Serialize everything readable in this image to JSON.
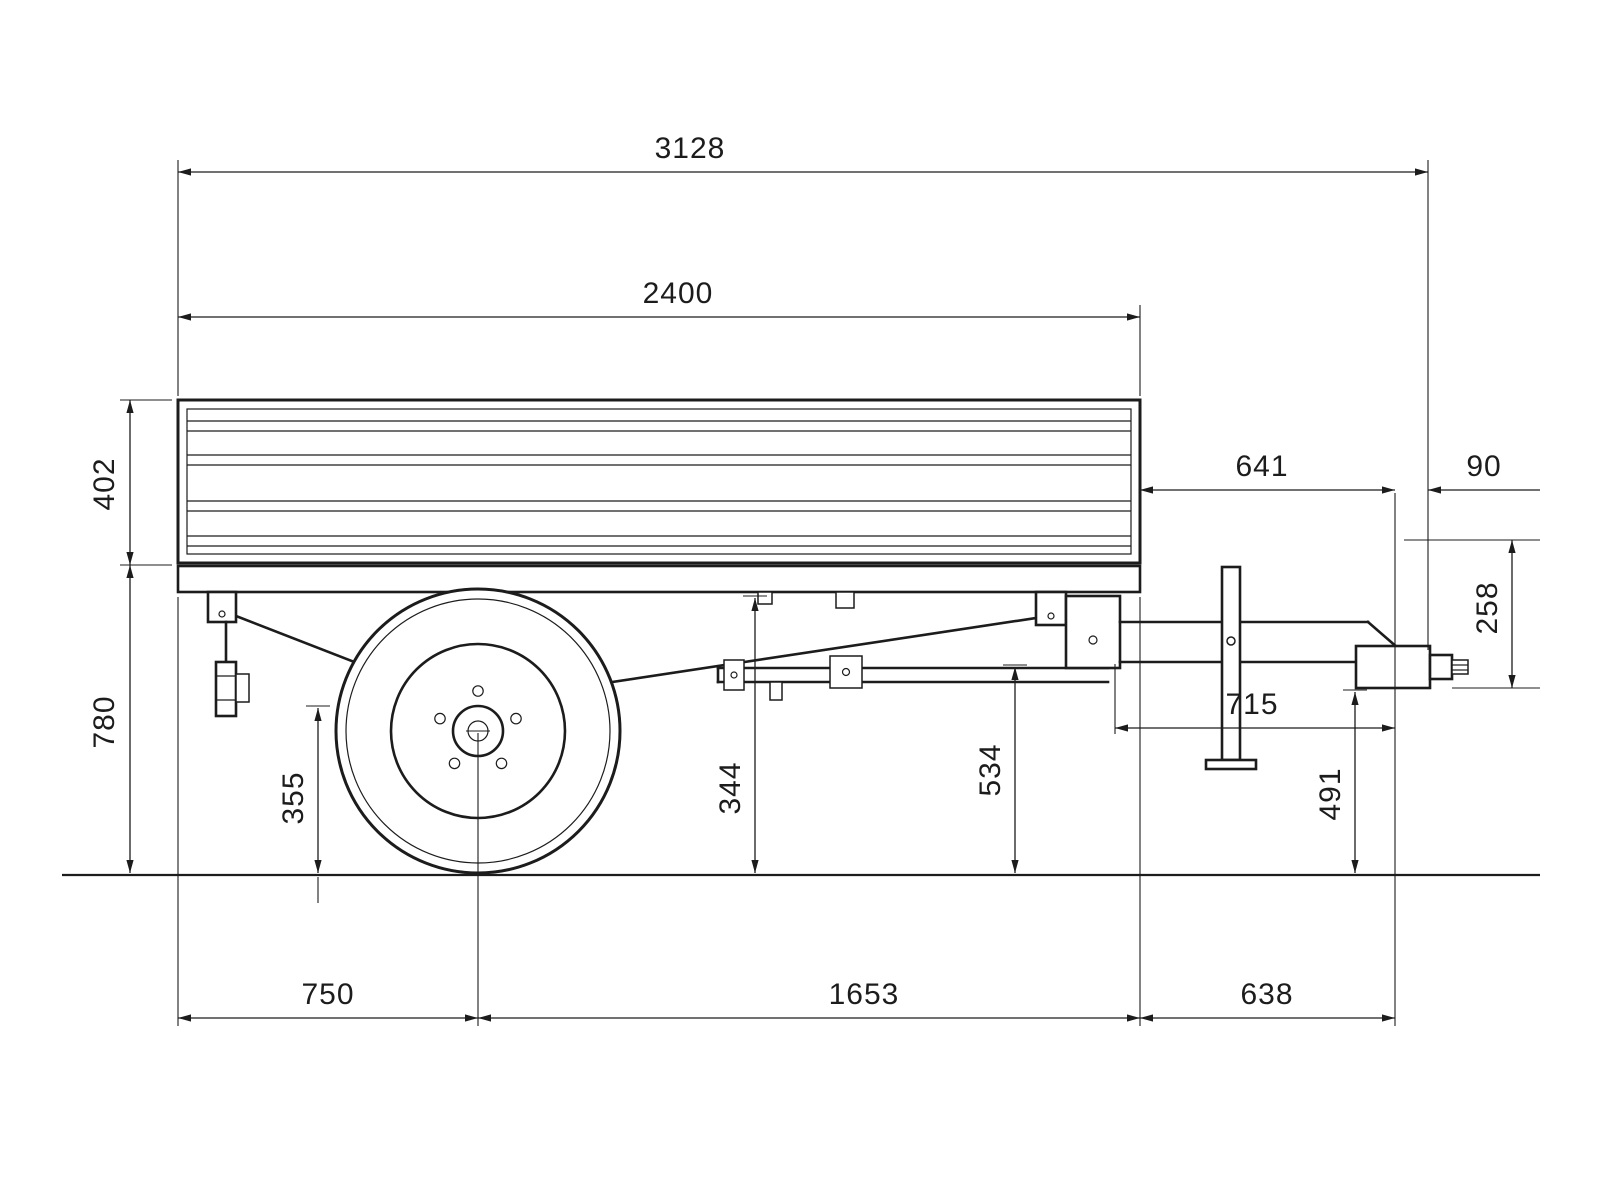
{
  "drawing": {
    "title": "Single-axle trailer side view technical drawing",
    "units": "mm",
    "dims": {
      "overall_length": "3128",
      "body_length": "2400",
      "side_height": "402",
      "body_height": "780",
      "rear_overhang_top": "641",
      "eye_length": "90",
      "hitch_drop": "258",
      "drawbar_length": "715",
      "frame_height": "344",
      "drawbar_height": "534",
      "axle_height": "355",
      "coupling_height": "491",
      "front_to_axle": "750",
      "axle_to_rear": "1653",
      "rear_to_coupling": "638"
    }
  }
}
